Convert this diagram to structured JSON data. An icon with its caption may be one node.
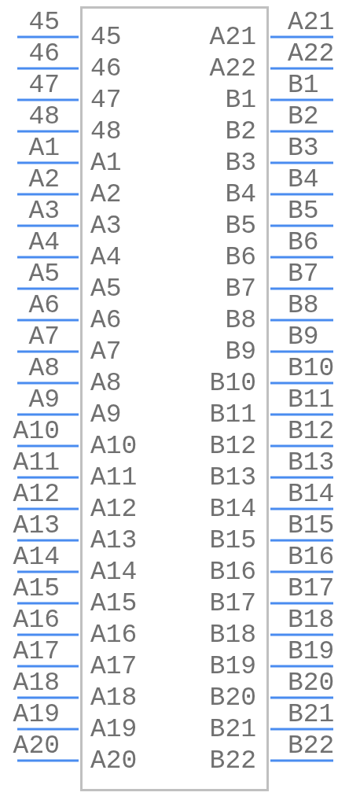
{
  "diagram": {
    "nodes": [
      {
        "text": [],
        "shape": "box"
      }
    ],
    "labels": [
      "45",
      "45",
      "A21",
      "A21",
      "46",
      "46",
      "A22",
      "A22",
      "47",
      "47",
      "B1",
      "B1",
      "48",
      "48",
      "B2",
      "B2",
      "A1",
      "A1",
      "B3",
      "B3",
      "A2",
      "A2",
      "B4",
      "B4",
      "A3",
      "A3",
      "B5",
      "B5",
      "A4",
      "A4",
      "B6",
      "B6",
      "A5",
      "A5",
      "B7",
      "B7",
      "A6",
      "A6",
      "B8",
      "B8",
      "A7",
      "A7",
      "B9",
      "B9",
      "A8",
      "A8",
      "B10",
      "B10",
      "A9",
      "A9",
      "B11",
      "B11",
      "A10",
      "A10",
      "B12",
      "B12",
      "A11",
      "A11",
      "B13",
      "B13",
      "A12",
      "A12",
      "B14",
      "B14",
      "A13",
      "A13",
      "B15",
      "B15",
      "A14",
      "A14",
      "B16",
      "B16",
      "A15",
      "A15",
      "B17",
      "B17",
      "A16",
      "A16",
      "B18",
      "B18",
      "A17",
      "A17",
      "B19",
      "B19",
      "A18",
      "A18",
      "B20",
      "B20",
      "A19",
      "A19",
      "B21",
      "B21",
      "A20",
      "A20",
      "B22",
      "B22"
    ]
  }
}
